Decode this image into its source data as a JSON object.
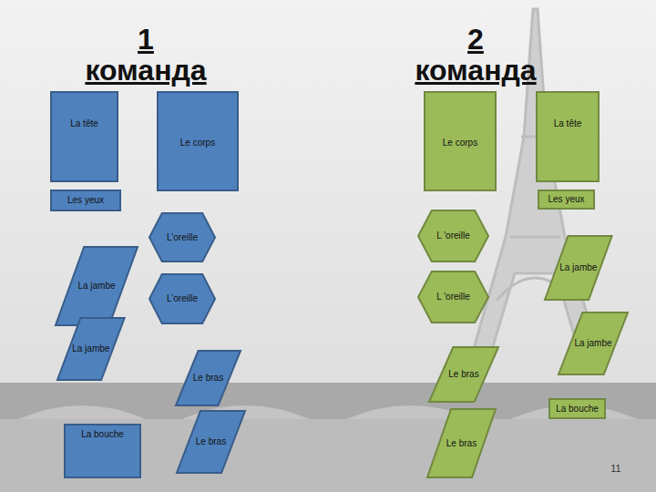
{
  "diagram": {
    "nodes": [
      {
        "text": [
          "La tête"
        ]
      },
      {
        "text": [
          "Le corps"
        ]
      },
      {
        "text": [
          "Les yeux"
        ]
      },
      {
        "text": [
          "L’oreille"
        ]
      },
      {
        "text": [
          "La jambe"
        ]
      },
      {
        "text": [
          "L’oreille"
        ]
      },
      {
        "text": [
          "La jambe"
        ]
      },
      {
        "text": [
          "Le bras"
        ]
      },
      {
        "text": [
          "La bouche"
        ]
      },
      {
        "text": [
          "Le bras"
        ]
      },
      {
        "text": [
          "La tête"
        ]
      },
      {
        "text": [
          "Le corps"
        ]
      },
      {
        "text": [
          "Les yeux"
        ]
      },
      {
        "text": [
          "L 'oreille"
        ]
      },
      {
        "text": [
          "La jambe"
        ]
      },
      {
        "text": [
          "L 'oreille"
        ]
      },
      {
        "text": [
          "La jambe"
        ]
      },
      {
        "text": [
          "Le bras"
        ]
      },
      {
        "text": [
          "La bouche"
        ]
      },
      {
        "text": [
          "Le bras"
        ]
      }
    ],
    "labels": [
      "1 команда",
      "2 команда",
      "11"
    ]
  }
}
